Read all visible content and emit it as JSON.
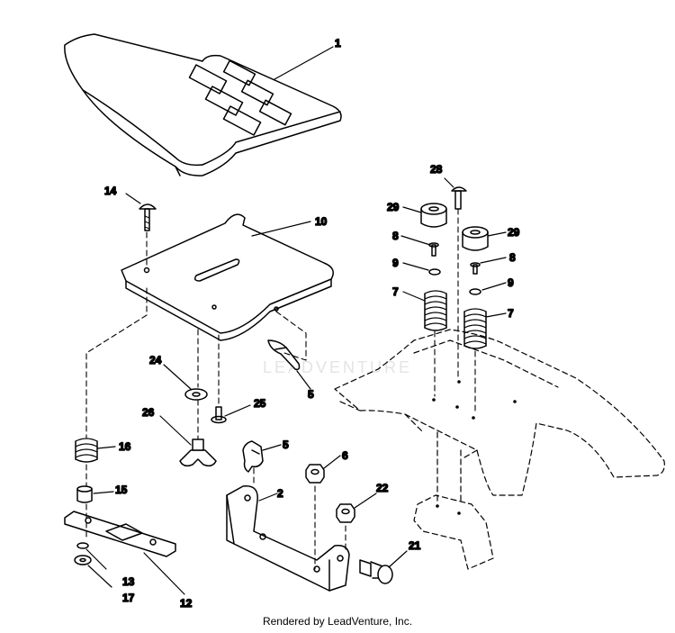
{
  "watermark": "LEADVENTURE",
  "footer": "Rendered by LeadVenture, Inc.",
  "callouts": {
    "c1": "1",
    "c14": "14",
    "c10": "10",
    "c24": "24",
    "c5a": "5",
    "c26": "26",
    "c25": "25",
    "c16": "16",
    "c15": "15",
    "c13": "13",
    "c17": "17",
    "c12": "12",
    "c5b": "5",
    "c2": "2",
    "c6": "6",
    "c22": "22",
    "c21": "21",
    "c28": "28",
    "c29a": "29",
    "c29b": "29",
    "c8a": "8",
    "c8b": "8",
    "c9a": "9",
    "c9b": "9",
    "c7a": "7",
    "c7b": "7"
  },
  "colors": {
    "ink": "#000000",
    "watermark": "#e4e4e4",
    "background": "#ffffff"
  }
}
